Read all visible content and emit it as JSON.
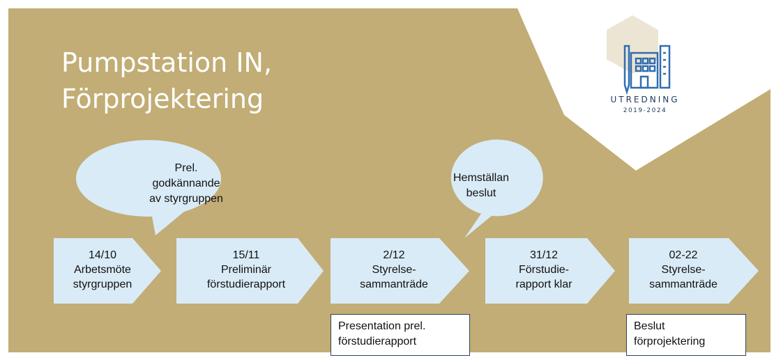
{
  "title": {
    "line1": "Pumpstation IN,",
    "line2": "Förprojektering"
  },
  "logo": {
    "name": "UTREDNING",
    "years": "2019-2024",
    "icon": "building-pencil-ruler-icon"
  },
  "steps": [
    {
      "date": "14/10",
      "line1": "Arbetsmöte",
      "line2": "styrgruppen"
    },
    {
      "date": "15/11",
      "line1": "Preliminär",
      "line2": "förstudierapport"
    },
    {
      "date": "2/12",
      "line1": "Styrelse-",
      "line2": "sammanträde"
    },
    {
      "date": "31/12",
      "line1": "Förstudie-",
      "line2": "rapport klar"
    },
    {
      "date": "02-22",
      "line1": "Styrelse-",
      "line2": "sammanträde"
    }
  ],
  "bubbles": [
    {
      "line1": "Prel.",
      "line2": "godkännande",
      "line3": "av styrgruppen"
    },
    {
      "line1": "Hemställan",
      "line2": "beslut"
    }
  ],
  "notes": [
    {
      "line1": "Presentation prel.",
      "line2": "förstudierapport"
    },
    {
      "line1": "Beslut",
      "line2": "förprojektering"
    }
  ],
  "colors": {
    "background": "#c1ad75",
    "arrow": "#d9ebf6",
    "bubble": "#d9ebf6",
    "note_border": "#2e4358",
    "logo": "#1f3a5f",
    "hexagon": "#ece5d3"
  }
}
